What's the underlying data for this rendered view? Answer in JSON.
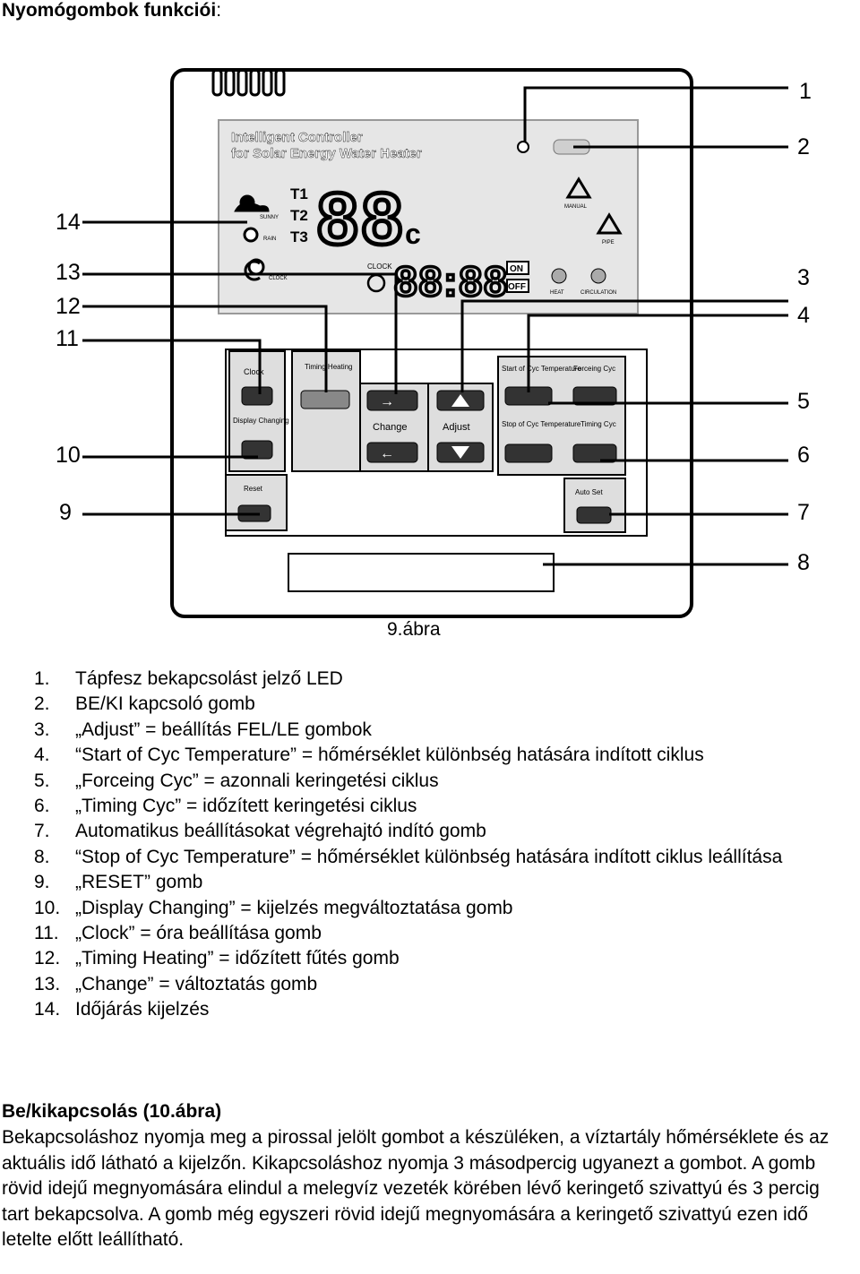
{
  "heading": {
    "bold": "Nyomógombok funkciói",
    "suffix": ":"
  },
  "figure": {
    "caption": "9.ábra",
    "controller_title_line1": "Intelligent Controller",
    "controller_title_line2": "for Solar Energy Water Heater",
    "display": {
      "t_labels": [
        "T1",
        "T2",
        "T3"
      ],
      "big_digits": "88",
      "unit": "c",
      "clock_digits": "88:88",
      "clock_label": "CLOCK",
      "on_label": "ON",
      "off_label": "OFF",
      "sunny_label": "SUNNY",
      "rain_label": "RAIN",
      "manual_label": "MANUAL",
      "pipe_label": "PIPE",
      "heat_label": "HEAT",
      "circulation_label": "CIRCULATION",
      "clock_small": "CLOCK"
    },
    "buttons": {
      "clock": "Clock",
      "display_changing": "Display Changing",
      "timing_heating": "Timing Heating",
      "change": "Change",
      "adjust": "Adjust",
      "start_cyc_temp": "Start of Cyc Temperature",
      "forceing_cyc": "Forceing Cyc",
      "stop_cyc_temp": "Stop of Cyc Temperature",
      "timing_cyc": "Timing Cyc",
      "reset": "Reset",
      "auto_set": "Auto Set"
    },
    "callouts": [
      "1",
      "2",
      "3",
      "4",
      "5",
      "6",
      "7",
      "8",
      "9",
      "10",
      "11",
      "12",
      "13",
      "14"
    ]
  },
  "legend": [
    {
      "num": "1.",
      "text": "Tápfesz bekapcsolást jelző LED"
    },
    {
      "num": "2.",
      "text": "BE/KI kapcsoló gomb"
    },
    {
      "num": "3.",
      "text": "„Adjust” = beállítás FEL/LE gombok"
    },
    {
      "num": "4.",
      "text": "“Start of Cyc Temperature” = hőmérséklet különbség hatására indított ciklus"
    },
    {
      "num": "5.",
      "text": "„Forceing Cyc” = azonnali keringetési ciklus"
    },
    {
      "num": "6.",
      "text": "„Timing Cyc” = időzített keringetési ciklus"
    },
    {
      "num": "7.",
      "text": "Automatikus beállításokat végrehajtó indító gomb"
    },
    {
      "num": "8.",
      "text": "“Stop of Cyc Temperature” = hőmérséklet különbség hatására indított ciklus leállítása"
    },
    {
      "num": "9.",
      "text": "„RESET” gomb"
    },
    {
      "num": "10.",
      "text": "„Display Changing” = kijelzés megváltoztatása gomb"
    },
    {
      "num": "11.",
      "text": "„Clock” = óra beállítása gomb"
    },
    {
      "num": "12.",
      "text": "„Timing Heating” = időzített fűtés gomb"
    },
    {
      "num": "13.",
      "text": "„Change” = változtatás gomb"
    },
    {
      "num": "14.",
      "text": "Időjárás kijelzés"
    }
  ],
  "section": {
    "title": "Be/kikapcsolás (10.ábra)",
    "body": "Bekapcsoláshoz nyomja meg a pirossal jelölt gombot a készüléken, a víztartály hőmérséklete és az aktuális idő látható a kijelzőn. Kikapcsoláshoz nyomja 3 másodpercig ugyanezt a gombot. A gomb rövid idejű megnyomására elindul a melegvíz vezeték körében lévő keringető szivattyú és 3 percig tart bekapcsolva. A gomb még egyszeri rövid idejű megnyomására a keringető szivattyú ezen idő letelte előtt leállítható."
  }
}
